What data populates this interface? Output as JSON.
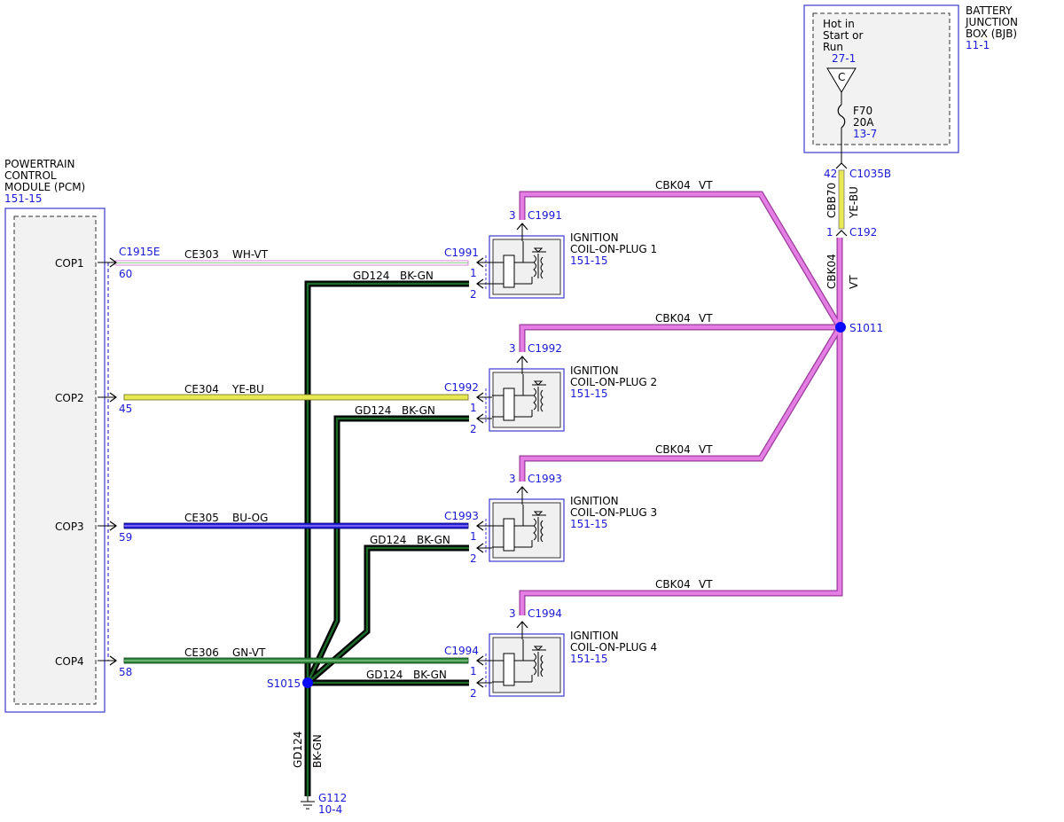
{
  "pcm": {
    "name_lines": [
      "POWERTRAIN",
      "CONTROL",
      "MODULE (PCM)"
    ],
    "ref": "151-15",
    "connector": "C1915E",
    "pins": [
      {
        "label": "COP1",
        "pin": "60"
      },
      {
        "label": "COP2",
        "pin": "45"
      },
      {
        "label": "COP3",
        "pin": "59"
      },
      {
        "label": "COP4",
        "pin": "58"
      }
    ]
  },
  "bjb": {
    "name_lines": [
      "BATTERY",
      "JUNCTION",
      "BOX (BJB)"
    ],
    "ref": "11-1",
    "hot_lines": [
      "Hot in",
      "Start or",
      "Run"
    ],
    "bus_ref": "27-1",
    "bus_letter": "C",
    "fuse": "F70",
    "fuse_rating": "20A",
    "fuse_ref": "13-7",
    "out_pin": "42",
    "out_connector": "C1035B"
  },
  "feed": {
    "circuit": "CBB70",
    "color": "YE-BU",
    "inline_pin": "1",
    "inline_connector": "C192",
    "trunk_circuit": "CBK04",
    "trunk_color": "VT"
  },
  "splice_power": "S1011",
  "splice_ground": "S1015",
  "ground": {
    "circuit": "GD124",
    "color": "BK-GN",
    "name": "G112",
    "ref": "10-4"
  },
  "coils": [
    {
      "name_lines": [
        "IGNITION",
        "COIL-ON-PLUG 1"
      ],
      "ref": "151-15",
      "connector": "C1991",
      "signal_circuit": "CE303",
      "signal_color": "WH-VT",
      "power_circuit": "CBK04",
      "power_color": "VT",
      "ground_circuit": "GD124",
      "ground_color": "BK-GN",
      "pin_power": "3",
      "pin_signal": "1",
      "pin_ground": "2"
    },
    {
      "name_lines": [
        "IGNITION",
        "COIL-ON-PLUG 2"
      ],
      "ref": "151-15",
      "connector": "C1992",
      "signal_circuit": "CE304",
      "signal_color": "YE-BU",
      "power_circuit": "CBK04",
      "power_color": "VT",
      "ground_circuit": "GD124",
      "ground_color": "BK-GN",
      "pin_power": "3",
      "pin_signal": "1",
      "pin_ground": "2"
    },
    {
      "name_lines": [
        "IGNITION",
        "COIL-ON-PLUG 3"
      ],
      "ref": "151-15",
      "connector": "C1993",
      "signal_circuit": "CE305",
      "signal_color": "BU-OG",
      "power_circuit": "CBK04",
      "power_color": "VT",
      "ground_circuit": "GD124",
      "ground_color": "BK-GN",
      "pin_power": "3",
      "pin_signal": "1",
      "pin_ground": "2"
    },
    {
      "name_lines": [
        "IGNITION",
        "COIL-ON-PLUG 4"
      ],
      "ref": "151-15",
      "connector": "C1994",
      "signal_circuit": "CE306",
      "signal_color": "GN-VT",
      "power_circuit": "CBK04",
      "power_color": "VT",
      "ground_circuit": "GD124",
      "ground_color": "BK-GN",
      "pin_power": "3",
      "pin_signal": "1",
      "pin_ground": "2"
    }
  ],
  "colors": {
    "violet": "#e47ee4",
    "violet_edge": "#9a3a9a",
    "ground_fill": "#1c6b2a",
    "splice": "#0a0aff",
    "ref_blue": "#1a1ad6",
    "box_blue": "#3a3ad0",
    "box_fill": "#f2f2f2"
  }
}
